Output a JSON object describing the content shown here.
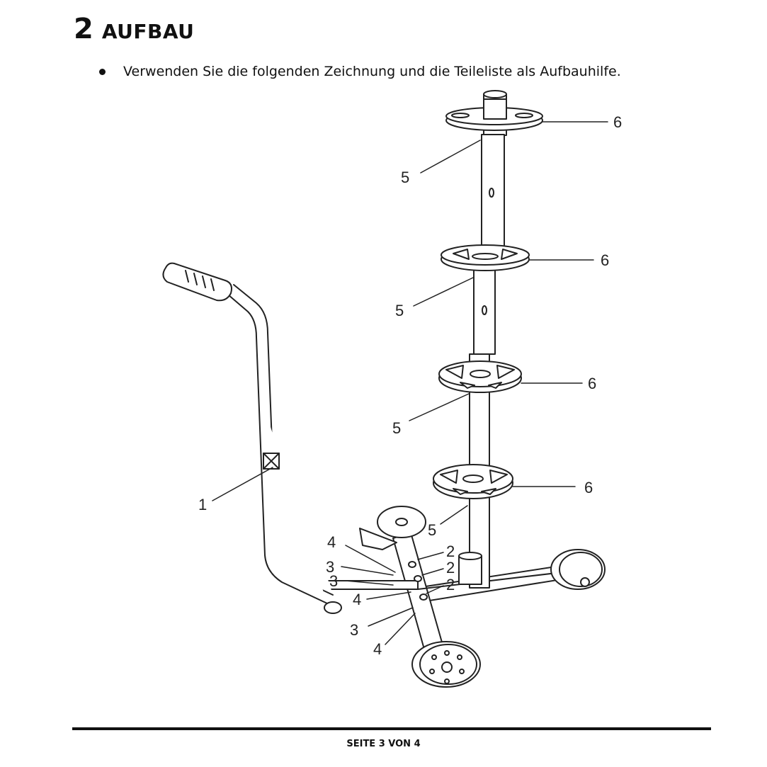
{
  "section": {
    "number": "2",
    "title": "AUFBAU"
  },
  "instructions": [
    {
      "text": "Verwenden Sie die folgenden Zeichnung und die Teileliste als Aufbauhilfe."
    }
  ],
  "diagram": {
    "callouts": [
      {
        "label": "6"
      },
      {
        "label": "5"
      },
      {
        "label": "6"
      },
      {
        "label": "5"
      },
      {
        "label": "6"
      },
      {
        "label": "5"
      },
      {
        "label": "6"
      },
      {
        "label": "5"
      },
      {
        "label": "1"
      },
      {
        "label": "4"
      },
      {
        "label": "3"
      },
      {
        "label": "3"
      },
      {
        "label": "4"
      },
      {
        "label": "2"
      },
      {
        "label": "2"
      },
      {
        "label": "2"
      },
      {
        "label": "3"
      },
      {
        "label": "4"
      }
    ]
  },
  "footer": {
    "page_label": "SEITE 3 VON 4"
  }
}
